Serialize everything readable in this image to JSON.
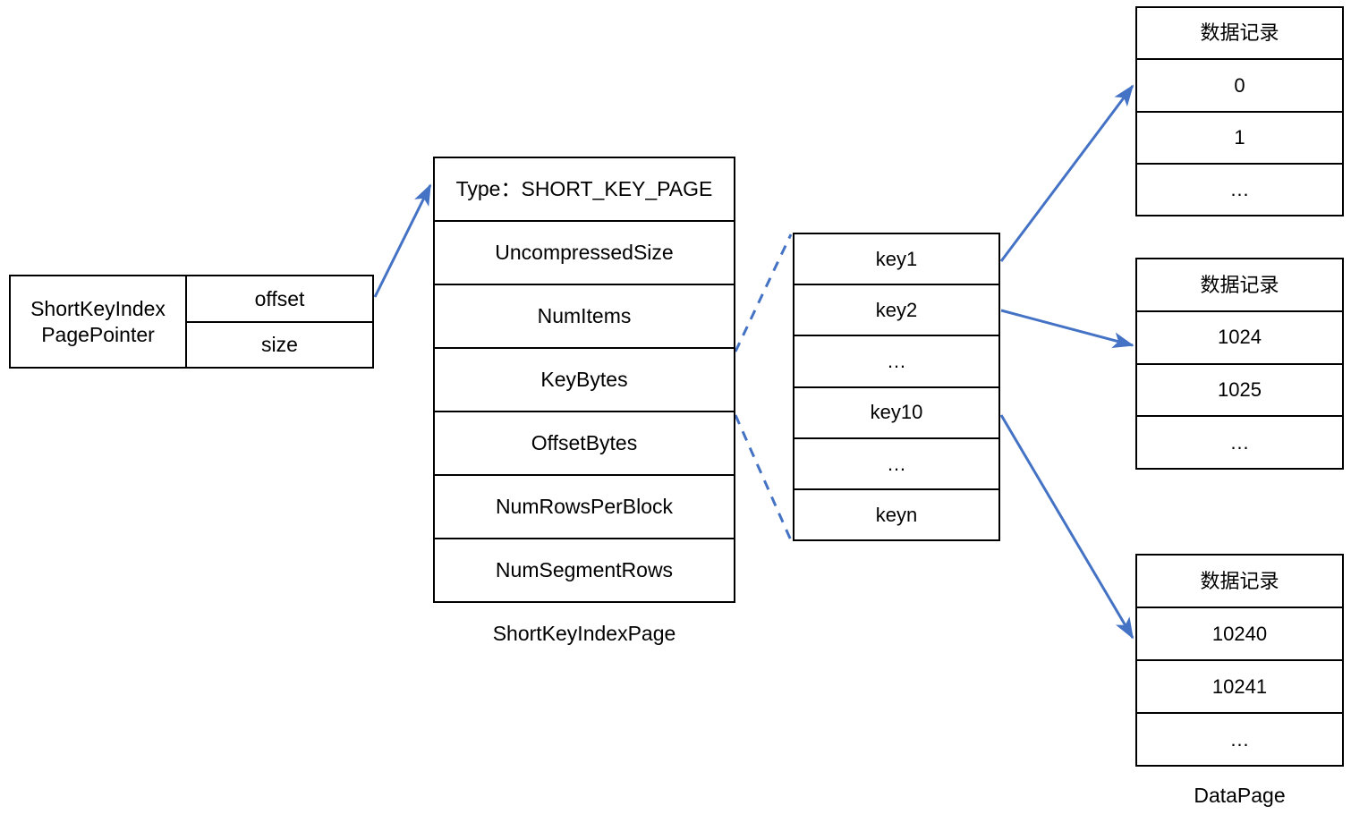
{
  "diagram": {
    "title": "ShortKeyIndexPage structure",
    "accent_color": "#4472C4",
    "line_color": "#000000",
    "background": "#FFFFFF"
  },
  "pointer_box": {
    "label": "ShortKeyIndex\nPagePointer",
    "label_line1": "ShortKeyIndex",
    "label_line2": "PagePointer",
    "fields": [
      {
        "label": "offset"
      },
      {
        "label": "size"
      }
    ]
  },
  "short_key_index_page": {
    "caption": "ShortKeyIndexPage",
    "rows": [
      {
        "label": "Type：SHORT_KEY_PAGE"
      },
      {
        "label": "UncompressedSize"
      },
      {
        "label": "NumItems"
      },
      {
        "label": "KeyBytes"
      },
      {
        "label": "OffsetBytes"
      },
      {
        "label": "NumRowsPerBlock"
      },
      {
        "label": "NumSegmentRows"
      }
    ]
  },
  "key_list": {
    "rows": [
      {
        "label": "key1"
      },
      {
        "label": "key2"
      },
      {
        "label": "…"
      },
      {
        "label": "key10"
      },
      {
        "label": "…"
      },
      {
        "label": "keyn"
      }
    ]
  },
  "data_pages": {
    "caption": "DataPage",
    "pages": [
      {
        "header": "数据记录",
        "rows": [
          {
            "label": "0"
          },
          {
            "label": "1"
          },
          {
            "label": "…"
          }
        ]
      },
      {
        "header": "数据记录",
        "rows": [
          {
            "label": "1024"
          },
          {
            "label": "1025"
          },
          {
            "label": "…"
          }
        ]
      },
      {
        "header": "数据记录",
        "rows": [
          {
            "label": "10240"
          },
          {
            "label": "10241"
          },
          {
            "label": "…"
          }
        ]
      }
    ]
  }
}
